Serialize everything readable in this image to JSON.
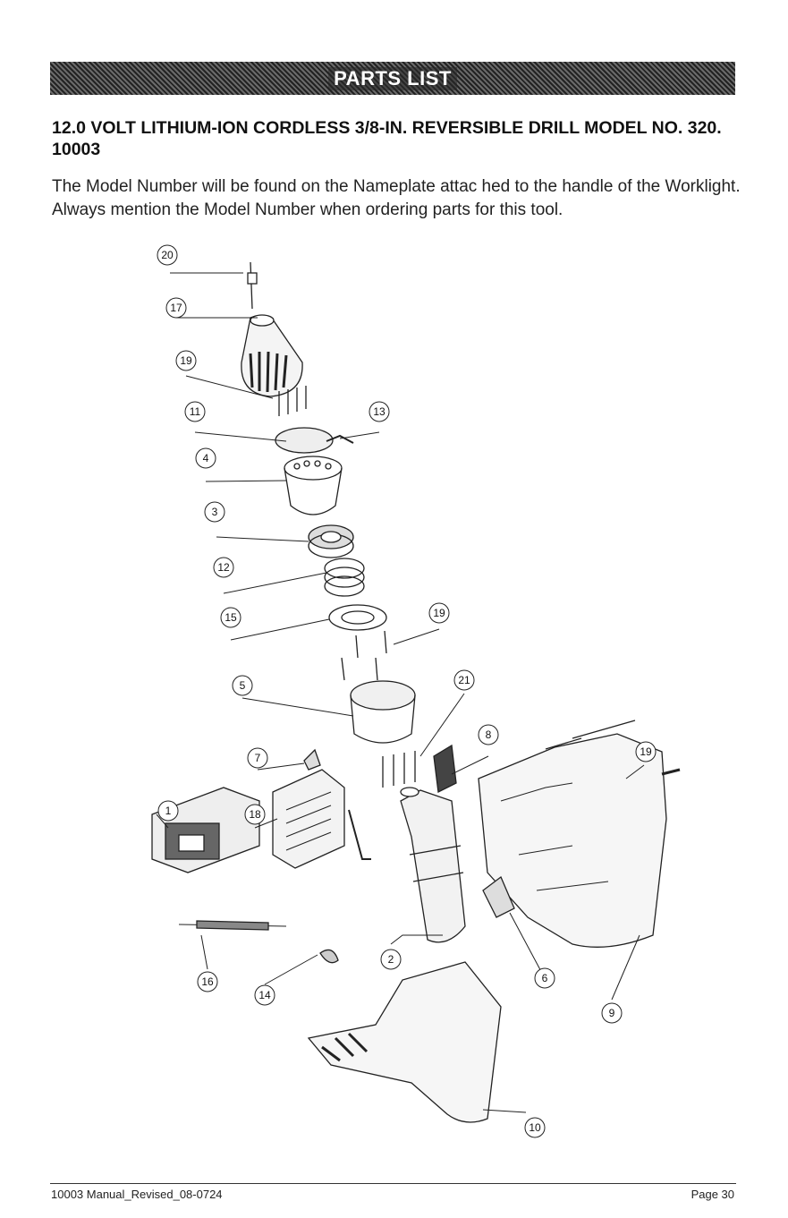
{
  "header": {
    "banner_title": "PARTS LIST"
  },
  "title": "12.0 VOLT LITHIUM-ION CORDLESS 3/8-IN. REVERSIBLE DRILL MODEL NO. 320. 10003",
  "intro": "The Model Number will be found on the Nameplate attac hed to the handle of the Worklight. Always mention the Model Number when ordering parts for this tool.",
  "callouts": [
    "20",
    "17",
    "19",
    "11",
    "13",
    "4",
    "3",
    "12",
    "15",
    "19",
    "5",
    "21",
    "8",
    "19",
    "7",
    "1",
    "18",
    "16",
    "14",
    "2",
    "9",
    "6",
    "10"
  ],
  "footer": {
    "left": "10003 Manual_Revised_08-0724",
    "right": "Page 30"
  }
}
